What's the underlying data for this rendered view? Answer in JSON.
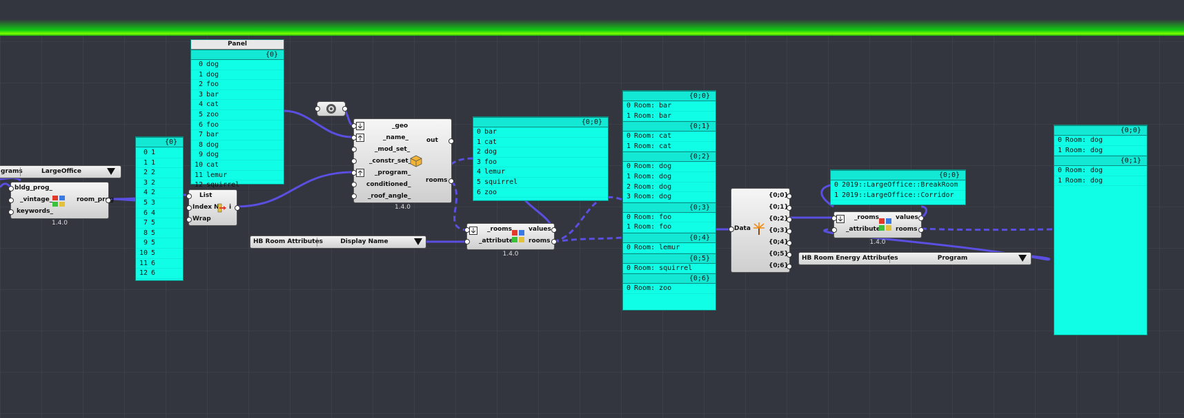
{
  "panel_list_main": {
    "title": "Panel",
    "branch": "{0}",
    "items": [
      {
        "i": "0",
        "v": "dog"
      },
      {
        "i": "1",
        "v": "dog"
      },
      {
        "i": "2",
        "v": "foo"
      },
      {
        "i": "3",
        "v": "bar"
      },
      {
        "i": "4",
        "v": "cat"
      },
      {
        "i": "5",
        "v": "zoo"
      },
      {
        "i": "6",
        "v": "foo"
      },
      {
        "i": "7",
        "v": "bar"
      },
      {
        "i": "8",
        "v": "dog"
      },
      {
        "i": "9",
        "v": "dog"
      },
      {
        "i": "10",
        "v": "cat"
      },
      {
        "i": "11",
        "v": "lemur"
      },
      {
        "i": "12",
        "v": "squirrel"
      }
    ]
  },
  "panel_indices": {
    "branch": "{0}",
    "items": [
      {
        "i": "0",
        "v": "1"
      },
      {
        "i": "1",
        "v": "1"
      },
      {
        "i": "2",
        "v": "2"
      },
      {
        "i": "3",
        "v": "2"
      },
      {
        "i": "4",
        "v": "2"
      },
      {
        "i": "5",
        "v": "3"
      },
      {
        "i": "6",
        "v": "4"
      },
      {
        "i": "7",
        "v": "5"
      },
      {
        "i": "8",
        "v": "5"
      },
      {
        "i": "9",
        "v": "5"
      },
      {
        "i": "10",
        "v": "5"
      },
      {
        "i": "11",
        "v": "6"
      },
      {
        "i": "12",
        "v": "6"
      }
    ]
  },
  "panel_unique": {
    "branch": "{0;0}",
    "items": [
      {
        "i": "0",
        "v": "bar"
      },
      {
        "i": "1",
        "v": "cat"
      },
      {
        "i": "2",
        "v": "dog"
      },
      {
        "i": "3",
        "v": "foo"
      },
      {
        "i": "4",
        "v": "lemur"
      },
      {
        "i": "5",
        "v": "squirrel"
      },
      {
        "i": "6",
        "v": "zoo"
      }
    ]
  },
  "panel_rooms": {
    "groups": [
      {
        "branch": "{0;0}",
        "items": [
          {
            "i": "0",
            "v": "Room: bar"
          },
          {
            "i": "1",
            "v": "Room: bar"
          }
        ]
      },
      {
        "branch": "{0;1}",
        "items": [
          {
            "i": "0",
            "v": "Room: cat"
          },
          {
            "i": "1",
            "v": "Room: cat"
          }
        ]
      },
      {
        "branch": "{0;2}",
        "items": [
          {
            "i": "0",
            "v": "Room: dog"
          },
          {
            "i": "1",
            "v": "Room: dog"
          },
          {
            "i": "2",
            "v": "Room: dog"
          },
          {
            "i": "3",
            "v": "Room: dog"
          }
        ]
      },
      {
        "branch": "{0;3}",
        "items": [
          {
            "i": "0",
            "v": "Room: foo"
          },
          {
            "i": "1",
            "v": "Room: foo"
          }
        ]
      },
      {
        "branch": "{0;4}",
        "items": [
          {
            "i": "0",
            "v": "Room: lemur"
          }
        ]
      },
      {
        "branch": "{0;5}",
        "items": [
          {
            "i": "0",
            "v": "Room: squirrel"
          }
        ]
      },
      {
        "branch": "{0;6}",
        "items": [
          {
            "i": "0",
            "v": "Room: zoo"
          }
        ]
      }
    ]
  },
  "panel_programs": {
    "branch": "{0;0}",
    "items": [
      {
        "i": "0",
        "v": "2019::LargeOffice::BreakRoom"
      },
      {
        "i": "1",
        "v": "2019::LargeOffice::Corridor"
      }
    ]
  },
  "panel_right": {
    "groups": [
      {
        "branch": "{0;0}",
        "items": [
          {
            "i": "0",
            "v": "Room: dog"
          },
          {
            "i": "1",
            "v": "Room: dog"
          }
        ]
      },
      {
        "branch": "{0;1}",
        "items": [
          {
            "i": "0",
            "v": "Room: dog"
          },
          {
            "i": "1",
            "v": "Room: dog"
          }
        ]
      }
    ]
  },
  "valuelist_programs": {
    "name": "grams",
    "selected": "LargeOffice"
  },
  "comp_bldg_prog": {
    "inputs": [
      "bldg_prog_",
      "_vintage_",
      "keywords_"
    ],
    "outputs": [
      "room_prog"
    ],
    "version": "1.4.0"
  },
  "comp_list_item": {
    "inputs": [
      "List",
      "Index",
      "Wrap"
    ],
    "outputs": [
      "i"
    ],
    "icon_label": "N"
  },
  "comp_room": {
    "inputs": [
      "_geo",
      "_name_",
      "_mod_set_",
      "_constr_set_",
      "_program_",
      "conditioned_",
      "_roof_angle_"
    ],
    "outputs": [
      "out",
      "rooms"
    ],
    "version": "1.4.0"
  },
  "comp_attr1": {
    "inputs": [
      "_rooms",
      "_attribute"
    ],
    "outputs": [
      "values",
      "rooms"
    ],
    "version": "1.4.0"
  },
  "comp_attr2": {
    "inputs": [
      "_rooms",
      "_attribute"
    ],
    "outputs": [
      "values",
      "rooms"
    ],
    "version": "1.4.0"
  },
  "valuelist_attr1": {
    "name": "HB Room Attributes",
    "selected": "Display Name"
  },
  "valuelist_attr2": {
    "name": "HB Room Energy Attributes",
    "selected": "Program"
  },
  "comp_explode": {
    "inputs": [
      "Data"
    ],
    "outputs": [
      "{0;0}",
      "{0;1}",
      "{0;2}",
      "{0;3}",
      "{0;4}",
      "{0;5}",
      "{0;6}"
    ]
  },
  "colors": {
    "panel": "#10fde6",
    "wire": "#5a4fe0",
    "canvas": "#34363f",
    "topbar": "#7dff00"
  },
  "icons": [
    "sort-icon",
    "list-item-icon",
    "room-icon",
    "attribute-icon",
    "explode-tree-icon",
    "relay-icon",
    "flatten-arrow-icon"
  ]
}
